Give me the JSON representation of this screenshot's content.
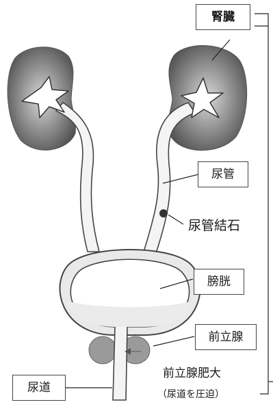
{
  "labels": {
    "kidney": "腎臓",
    "ureter": "尿管",
    "ureter_stone": "尿管結石",
    "bladder": "膀胱",
    "prostate": "前立腺",
    "prostate_hypertrophy": "前立腺肥大",
    "urethra_compression": "（尿道を圧迫）",
    "urethra": "尿道"
  },
  "colors": {
    "kidney_dark": "#555555",
    "kidney_light": "#d0d0d0",
    "tube_fill": "#f4f4f4",
    "outline": "#444444",
    "prostate": "#9a9a9a",
    "stone": "#333333"
  }
}
